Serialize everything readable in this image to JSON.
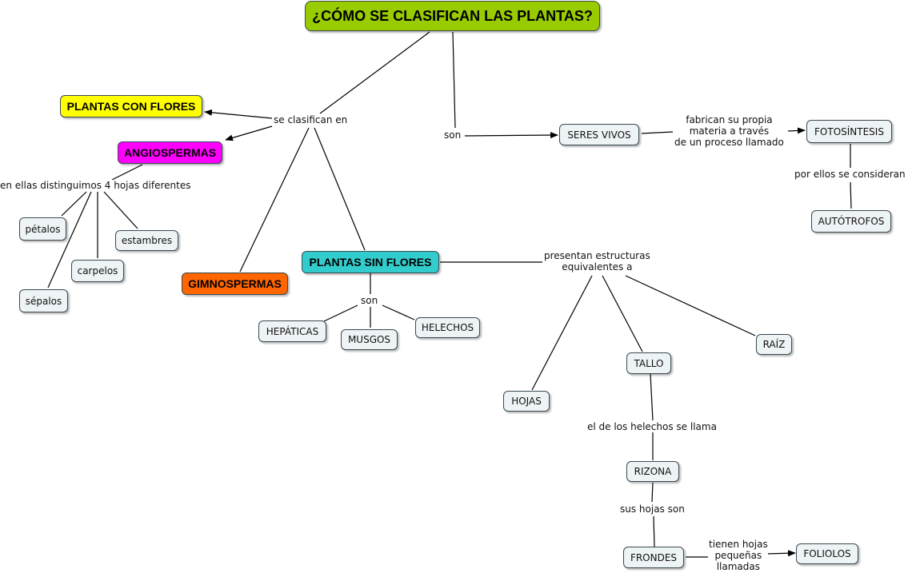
{
  "colors": {
    "title": "#99cc00",
    "con_flores": "#ffff00",
    "angiospermas": "#ff00ff",
    "gimnospermas": "#ff6600",
    "sin_flores": "#33cccc",
    "concept": "#eef3f6",
    "line": "#000000"
  },
  "nodes": {
    "title": "¿CÓMO SE CLASIFICAN LAS PLANTAS?",
    "plantas_con_flores": "PLANTAS CON FLORES",
    "angiospermas": "ANGIOSPERMAS",
    "gimnospermas": "GIMNOSPERMAS",
    "plantas_sin_flores": "PLANTAS SIN FLORES",
    "petalos": "pétalos",
    "estambres": "estambres",
    "carpelos": "carpelos",
    "sepalos": "sépalos",
    "hepaticas": "HEPÁTICAS",
    "musgos": "MUSGOS",
    "helechos": "HELECHOS",
    "seres_vivos": "SERES VIVOS",
    "fotosintesis": "FOTOSÍNTESIS",
    "autotrofos": "AUTÓTROFOS",
    "hojas": "HOJAS",
    "tallo": "TALLO",
    "raiz": "RAÍZ",
    "rizona": "RIZONA",
    "frondes": "FRONDES",
    "foliolos": "FOLIOLOS"
  },
  "labels": {
    "se_clasifican_en": "se clasifican en",
    "son_main": "son",
    "en_ellas": "en ellas distinguimos 4 hojas diferentes",
    "son_sin_flores": "son",
    "fabrican": "fabrican su propia\nmateria a través\nde un proceso llamado",
    "por_ellos": "por ellos se consideran",
    "presentan": "presentan estructuras\nequivalentes a",
    "el_de_los_helechos": "el de los helechos se llama",
    "sus_hojas_son": "sus hojas son",
    "tienen_hojas": "tienen hojas\npequeñas\nllamadas"
  }
}
